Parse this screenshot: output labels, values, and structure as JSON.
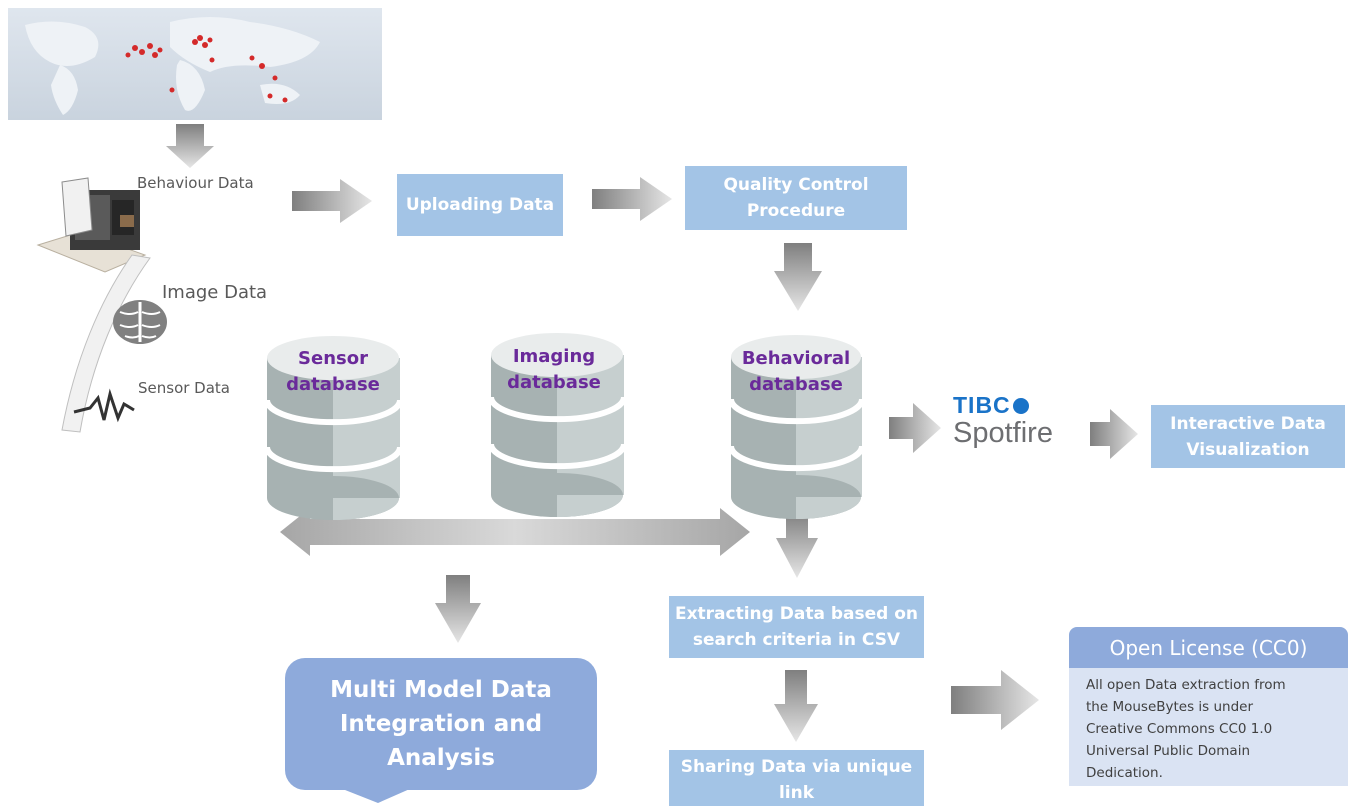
{
  "inputs": {
    "behaviour": "Behaviour Data",
    "image": "Image Data",
    "sensor": "Sensor Data"
  },
  "steps": {
    "upload": "Uploading Data",
    "qc_line1": "Quality Control",
    "qc_line2": "Procedure",
    "viz_line1": "Interactive Data",
    "viz_line2": "Visualization",
    "extract_line1": "Extracting Data based on",
    "extract_line2": "search criteria in CSV",
    "share_line1": "Sharing Data via unique",
    "share_line2": "link"
  },
  "databases": {
    "sensor_line1": "Sensor",
    "sensor_line2": "database",
    "imaging_line1": "Imaging",
    "imaging_line2": "database",
    "behavioral_line1": "Behavioral",
    "behavioral_line2": "database"
  },
  "spotfire": {
    "brand": "TIBC",
    "product": "Spotfire"
  },
  "analysis": {
    "line1": "Multi Model Data",
    "line2": "Integration and Analysis"
  },
  "license": {
    "title": "Open License (CC0)",
    "line1": "All open Data extraction from",
    "line2": "the MouseBytes is under",
    "line3": "Creative Commons  CC0 1.0",
    "line4": "Universal Public Domain",
    "line5": "Dedication."
  },
  "colors": {
    "step_box": "#a3c4e6",
    "db_text": "#6a2a9a",
    "analysis_box": "#8eaadb",
    "license_header": "#8eaadb",
    "license_body": "#dae3f3"
  }
}
